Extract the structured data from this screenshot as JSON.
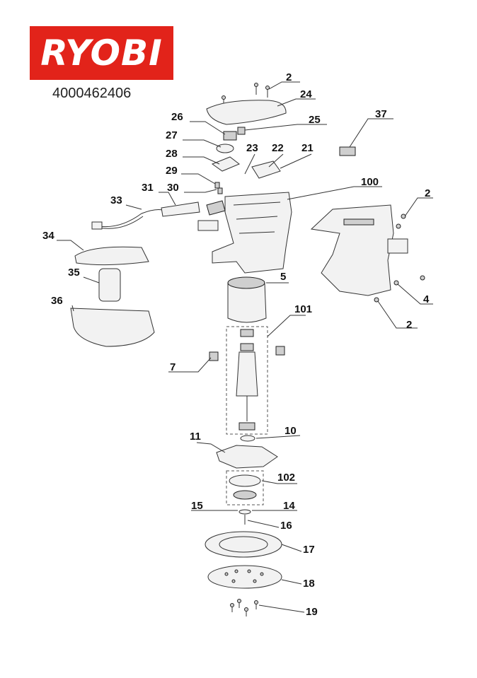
{
  "brand": {
    "logo_text": "RYOBI",
    "logo_color": "#e2231a"
  },
  "document": {
    "part_number": "4000462406"
  },
  "callouts": {
    "c2a": "2",
    "c24": "24",
    "c26": "26",
    "c25": "25",
    "c37": "37",
    "c27": "27",
    "c23": "23",
    "c22": "22",
    "c21": "21",
    "c28": "28",
    "c29": "29",
    "c100": "100",
    "c2b": "2",
    "c31": "31",
    "c30": "30",
    "c33": "33",
    "c34": "34",
    "c5": "5",
    "c35": "35",
    "c4": "4",
    "c36": "36",
    "c101": "101",
    "c2c": "2",
    "c7": "7",
    "c10": "10",
    "c11": "11",
    "c102": "102",
    "c15": "15",
    "c14": "14",
    "c16": "16",
    "c17": "17",
    "c18": "18",
    "c19": "19"
  }
}
